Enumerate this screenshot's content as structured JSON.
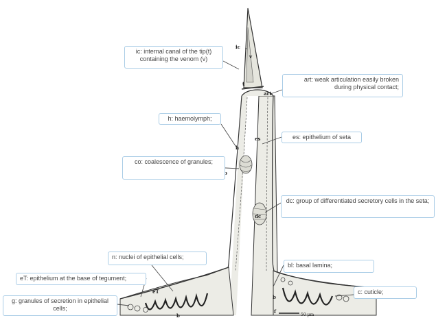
{
  "callouts": {
    "ic": "ic: internal canal of the tip(t) containing the venom (v)",
    "art": "art: weak articulation easily broken during physical contact;",
    "h": "h: haemolymph;",
    "es": "es: epithelium of seta",
    "co": "co: coalescence of granules;",
    "dc": "dc: group of differentiated secretory cells in the seta;",
    "n": "n: nuclei of epithelial cells;",
    "bl": "bl: basal lamina;",
    "eT": "eT: epithelium at the base of tegument;",
    "c": "c: cuticle;",
    "g": "g: granules of secretion in epithelial cells;"
  },
  "figure_labels": {
    "ic": "ic",
    "t": "t",
    "v": "v",
    "art": "art",
    "h": "h",
    "es": "es",
    "co": "co",
    "dc": "dc",
    "b_left": "b",
    "b_right": "b",
    "f": "f",
    "eT": "eT",
    "scale": "50 µm"
  },
  "colors": {
    "callout_border": "#a9cce6",
    "leader_line": "#4a4a4a",
    "drawing_ink": "#333333",
    "tissue_fill": "#ecece6"
  }
}
